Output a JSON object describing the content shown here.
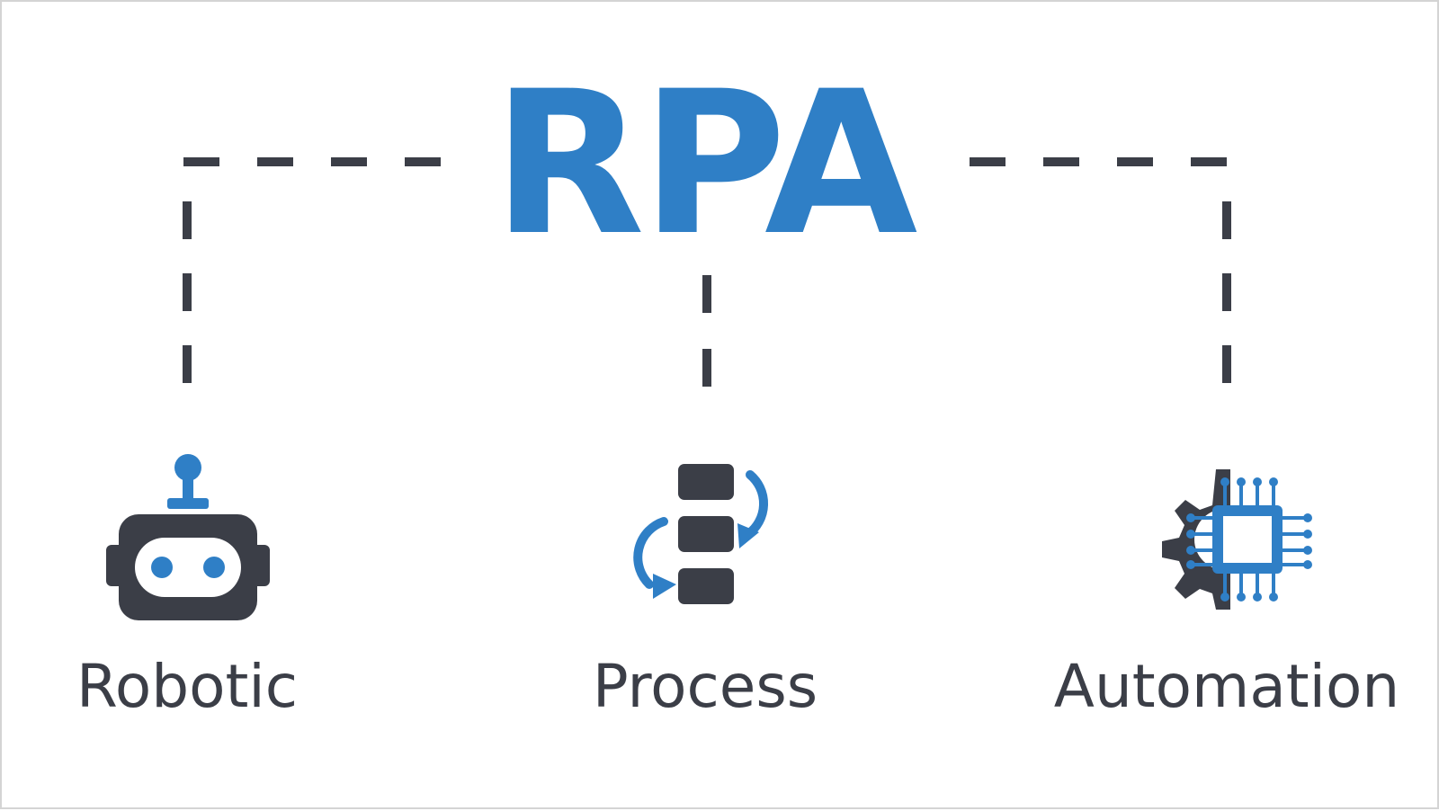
{
  "title": "RPA",
  "colors": {
    "accent": "#2f7fc6",
    "dark": "#3b3e47",
    "background": "#ffffff"
  },
  "items": [
    {
      "label": "Robotic",
      "icon": "robot-icon"
    },
    {
      "label": "Process",
      "icon": "process-cycle-icon"
    },
    {
      "label": "Automation",
      "icon": "gear-chip-icon"
    }
  ]
}
